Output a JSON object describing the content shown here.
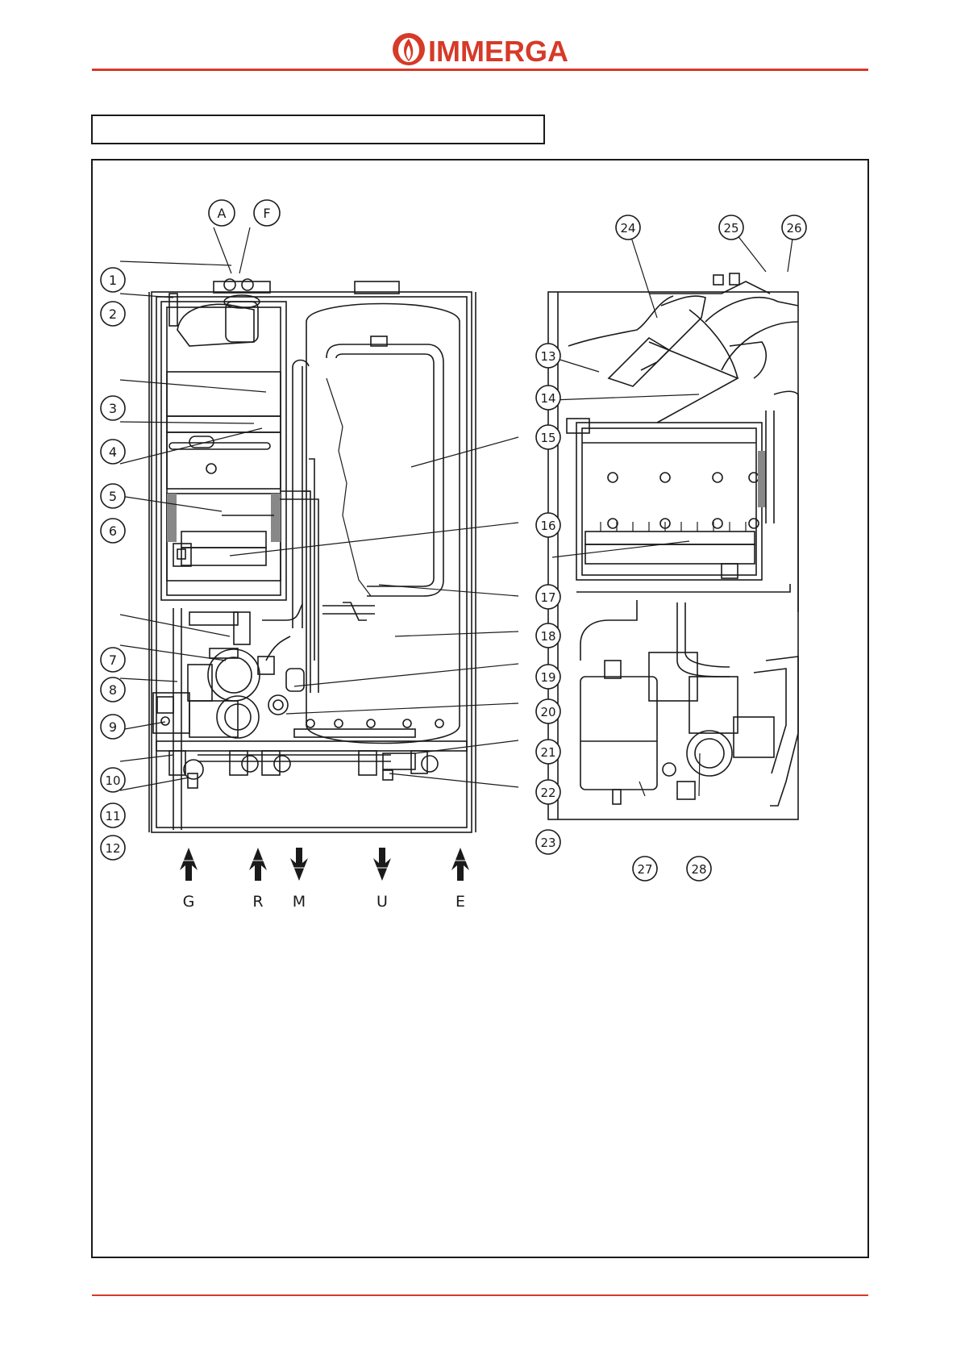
{
  "brand": {
    "name": "IMMERGAS",
    "color": "#d63a28"
  },
  "section_title": "",
  "callouts": [
    "A",
    "F",
    "1",
    "2",
    "3",
    "4",
    "5",
    "6",
    "7",
    "8",
    "9",
    "10",
    "11",
    "12",
    "13",
    "14",
    "15",
    "16",
    "17",
    "18",
    "19",
    "20",
    "21",
    "22",
    "23",
    "24",
    "25",
    "26",
    "27",
    "28"
  ],
  "connections": [
    {
      "label": "G",
      "direction": "up"
    },
    {
      "label": "R",
      "direction": "up"
    },
    {
      "label": "M",
      "direction": "down"
    },
    {
      "label": "U",
      "direction": "down"
    },
    {
      "label": "E",
      "direction": "up"
    }
  ],
  "colors": {
    "accent": "#d63a28",
    "line": "#1a1a1a",
    "fill": "#ffffff"
  }
}
